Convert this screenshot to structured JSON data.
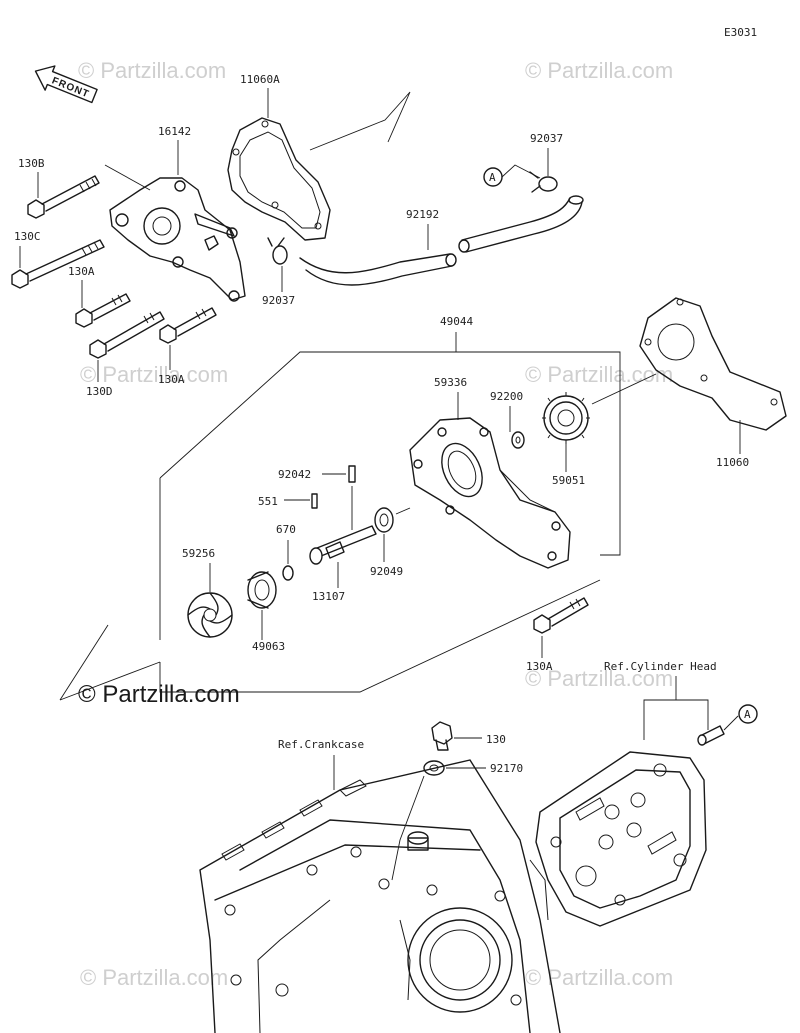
{
  "diagram": {
    "code": "E3031",
    "front_label": "FRONT",
    "watermark_text": "© Partzilla.com",
    "main_watermark": "© Partzilla.com",
    "ref_crankcase": "Ref.Crankcase",
    "ref_cylinder_head": "Ref.Cylinder Head",
    "callout_a": "A",
    "parts": {
      "p11060A": "11060A",
      "p16142": "16142",
      "p130B": "130B",
      "p130C": "130C",
      "p130A_top": "130A",
      "p130D": "130D",
      "p130A_mid": "130A",
      "p92037_right": "92037",
      "p92192": "92192",
      "p92037_left": "92037",
      "p49044": "49044",
      "p59336": "59336",
      "p92200": "92200",
      "p11060": "11060",
      "p59051": "59051",
      "p92042": "92042",
      "p551": "551",
      "p670": "670",
      "p59256": "59256",
      "p92049": "92049",
      "p13107": "13107",
      "p49063": "49063",
      "p130A_low": "130A",
      "p130": "130",
      "p92170": "92170"
    }
  }
}
